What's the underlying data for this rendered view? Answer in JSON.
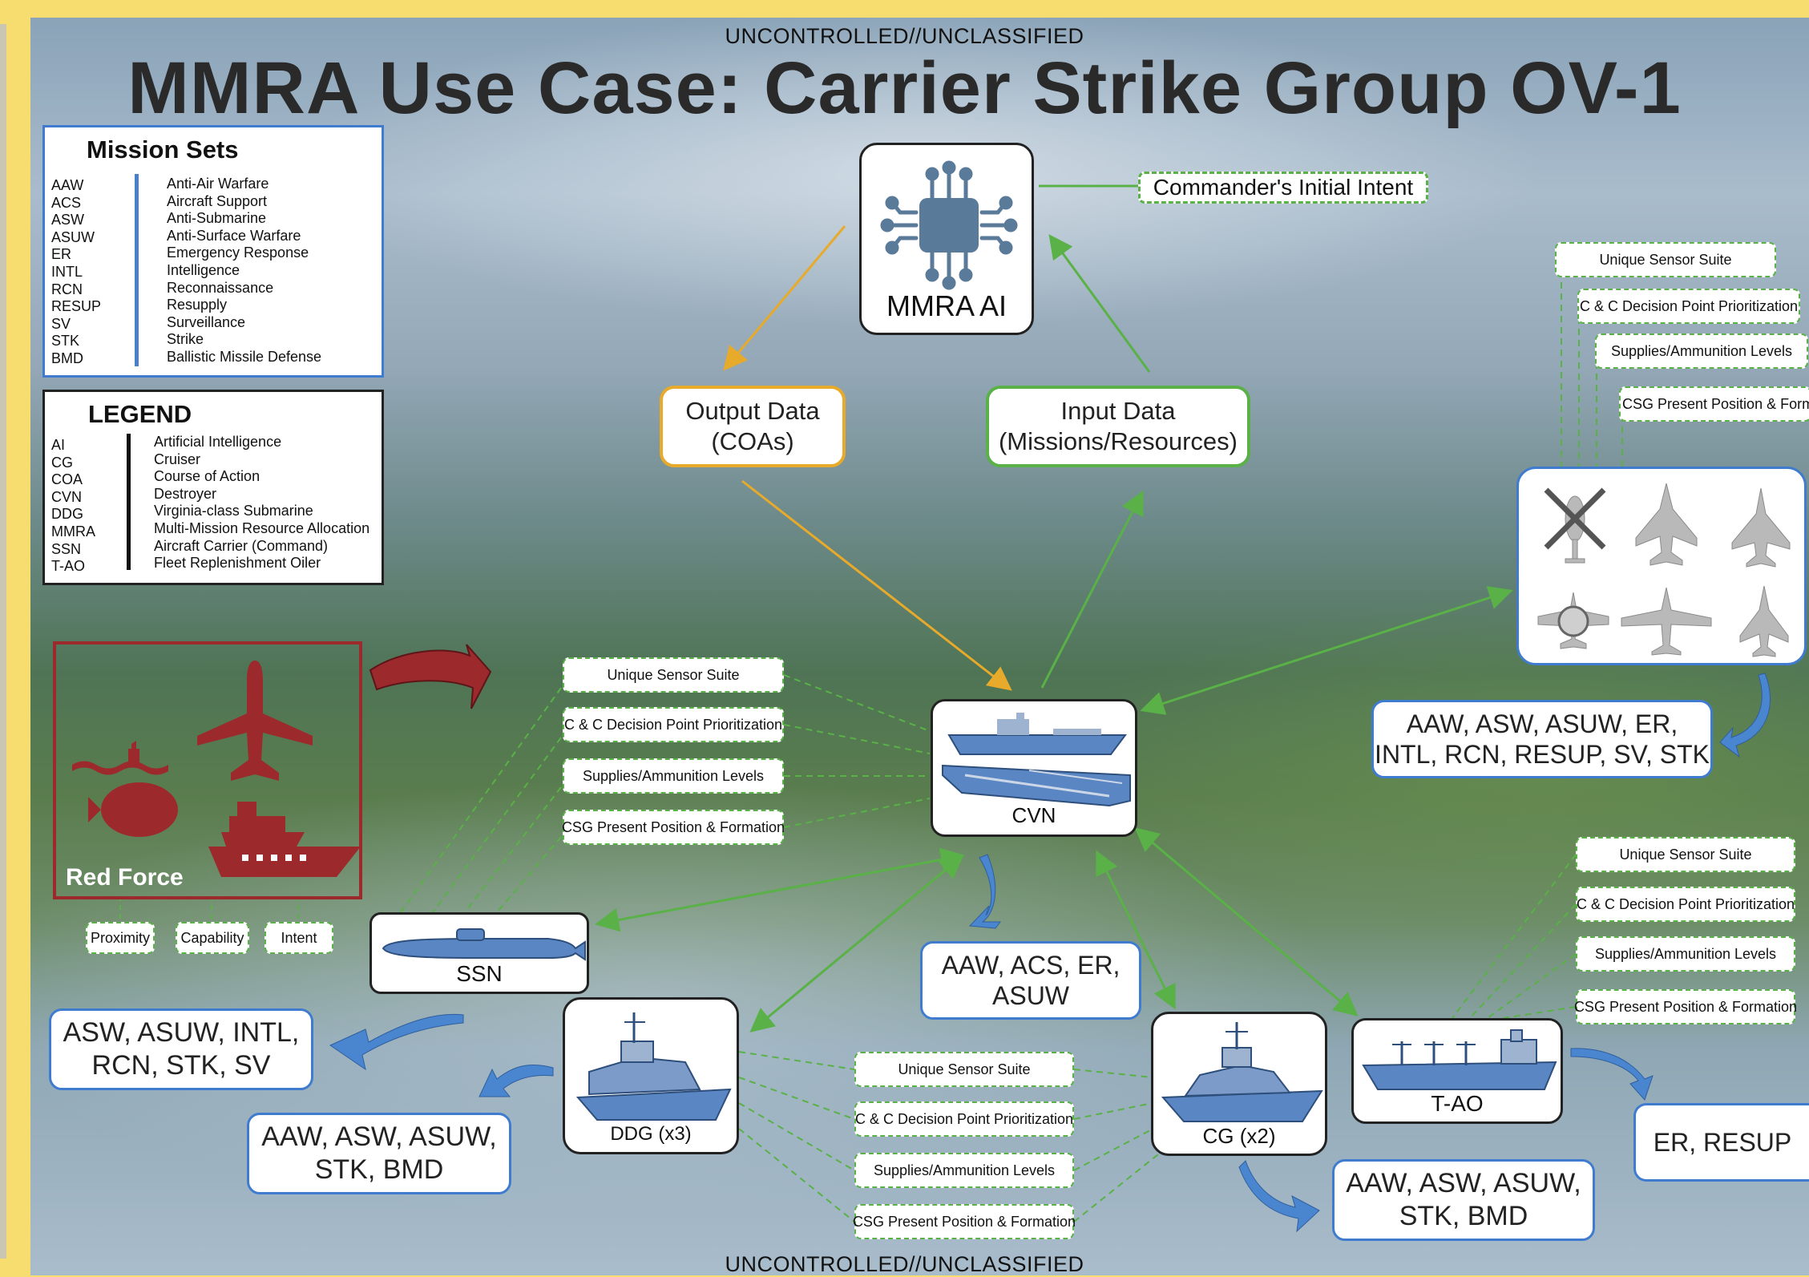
{
  "classification": {
    "top": "UNCONTROLLED//UNCLASSIFIED",
    "bottom": "UNCONTROLLED//UNCLASSIFIED"
  },
  "title": "MMRA Use Case: Carrier Strike Group OV-1",
  "mission_sets": {
    "heading": "Mission Sets",
    "items": [
      {
        "abbr": "AAW",
        "text": "Anti-Air Warfare"
      },
      {
        "abbr": "ACS",
        "text": "Aircraft Support"
      },
      {
        "abbr": "ASW",
        "text": "Anti-Submarine"
      },
      {
        "abbr": "ASUW",
        "text": "Anti-Surface Warfare"
      },
      {
        "abbr": "ER",
        "text": "Emergency Response"
      },
      {
        "abbr": "INTL",
        "text": "Intelligence"
      },
      {
        "abbr": "RCN",
        "text": "Reconnaissance"
      },
      {
        "abbr": "RESUP",
        "text": "Resupply"
      },
      {
        "abbr": "SV",
        "text": "Surveillance"
      },
      {
        "abbr": "STK",
        "text": "Strike"
      },
      {
        "abbr": "BMD",
        "text": "Ballistic Missile Defense"
      }
    ]
  },
  "legend": {
    "heading": "LEGEND",
    "items": [
      {
        "abbr": "AI",
        "text": "Artificial Intelligence"
      },
      {
        "abbr": "CG",
        "text": "Cruiser"
      },
      {
        "abbr": "COA",
        "text": "Course of Action"
      },
      {
        "abbr": "CVN",
        "text": "Destroyer"
      },
      {
        "abbr": "DDG",
        "text": "Virginia-class Submarine"
      },
      {
        "abbr": "MMRA",
        "text": "Multi-Mission Resource Allocation"
      },
      {
        "abbr": "SSN",
        "text": "Aircraft Carrier (Command)"
      },
      {
        "abbr": "T-AO",
        "text": "Fleet Replenishment Oiler"
      }
    ]
  },
  "mmra": {
    "label": "MMRA AI",
    "commander_intent": "Commander's Initial Intent"
  },
  "output_data": {
    "line1": "Output Data",
    "line2": "(COAs)"
  },
  "input_data": {
    "line1": "Input Data",
    "line2": "(Missions/Resources)"
  },
  "status_tags": {
    "sensor": "Unique Sensor Suite",
    "cc": "C & C Decision Point Prioritization",
    "supplies": "Supplies/Ammunition Levels",
    "position": "CSG Present Position & Formation",
    "position_cut": "CSG Present Position & Format"
  },
  "red_force": {
    "label": "Red Force",
    "tags": [
      "Proximity",
      "Capability",
      "Intent"
    ]
  },
  "nodes": {
    "cvn": "CVN",
    "ssn": "SSN",
    "ddg": "DDG (x3)",
    "cg": "CG (x2)",
    "tao": "T-AO"
  },
  "capabilities": {
    "air_wing": {
      "line1": "AAW, ASW, ASUW, ER,",
      "line2": "INTL, RCN, RESUP, SV, STK"
    },
    "cvn": {
      "line1": "AAW, ACS, ER,",
      "line2": "ASUW"
    },
    "ssn": {
      "line1": "ASW, ASUW, INTL,",
      "line2": "RCN, STK, SV"
    },
    "ddg": {
      "line1": "AAW, ASW, ASUW,",
      "line2": "STK, BMD"
    },
    "cg": {
      "line1": "AAW, ASW, ASUW,",
      "line2": "STK, BMD"
    },
    "tao": {
      "line1": "ER, RESUP"
    }
  },
  "colors": {
    "frame": "#f7dc6f",
    "green": "#59b147",
    "orange": "#e7aa2a",
    "blue": "#3f7ccf",
    "red": "#9c2a2d",
    "ship": "#5b86c4"
  }
}
